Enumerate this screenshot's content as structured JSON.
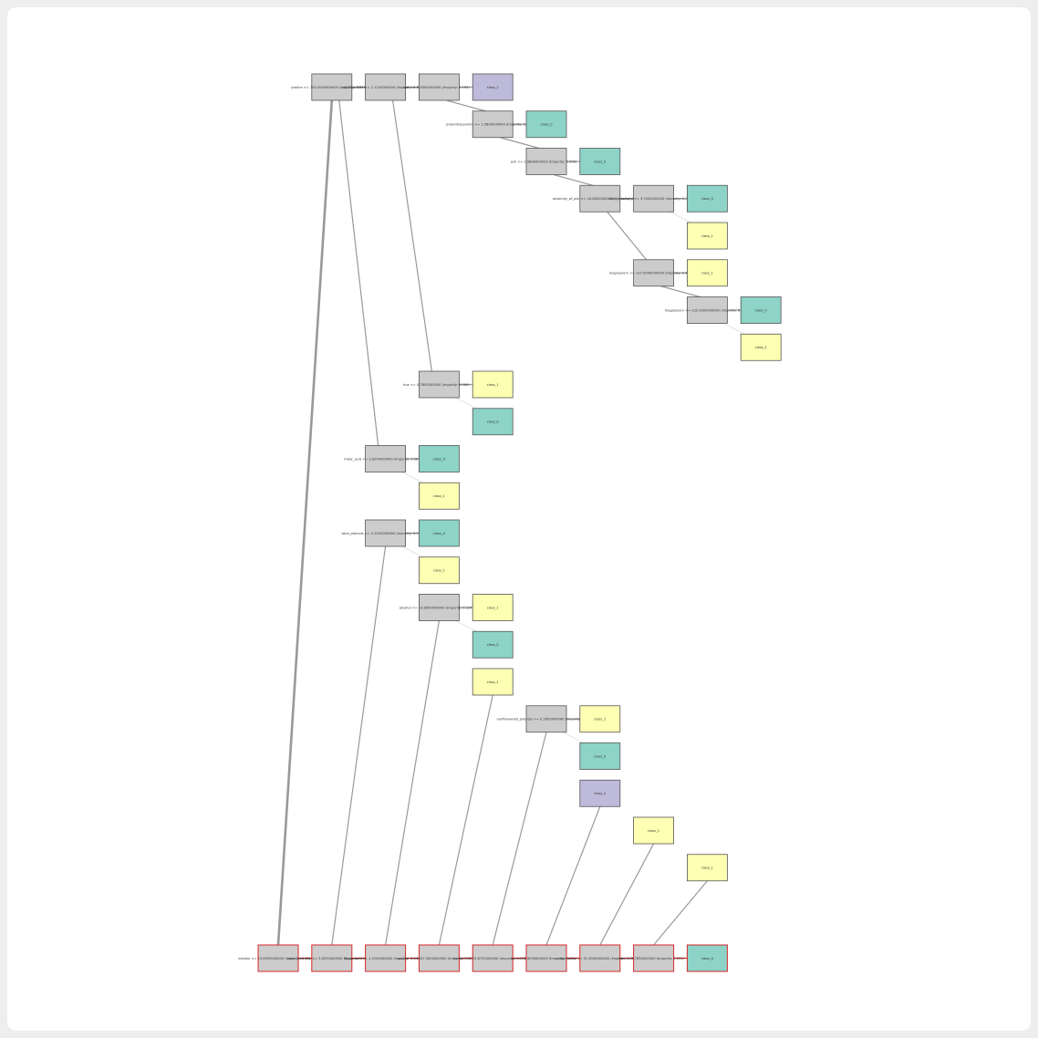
{
  "colors": {
    "split": "#cccccc",
    "class_0": "#8dd3c7",
    "class_1": "#ffffb3",
    "class_2": "#bebada",
    "path_border": "#d62728",
    "edge": "#999999"
  },
  "nodes": [
    {
      "id": "r0",
      "kind": "split",
      "label": "proline <= 755.0000000000 (Impurity: 0.658)"
    },
    {
      "id": "r1",
      "kind": "split",
      "label": "od280/od315 <= 2.1150000000 (Impurity: 0.492)"
    },
    {
      "id": "r2",
      "kind": "split",
      "label": "hue <= 0.9350000000 (Impurity: 0.165)"
    },
    {
      "id": "r3",
      "kind": "leaf",
      "label": "class_2",
      "cls": "class_2"
    },
    {
      "id": "p1",
      "kind": "split",
      "label": "proanthocyanins <= 1.5800000000 (Impurity: 0.293)"
    },
    {
      "id": "p1l",
      "kind": "leaf",
      "label": "class_0",
      "cls": "class_0"
    },
    {
      "id": "p2",
      "kind": "split",
      "label": "ash <= 1.9800000000 (Impurity: 0.500)"
    },
    {
      "id": "p2l",
      "kind": "leaf",
      "label": "class_0",
      "cls": "class_0"
    },
    {
      "id": "p3",
      "kind": "split",
      "label": "alcalinity_of_ash <= 16.8000000000 (Impurity: 0.444)"
    },
    {
      "id": "p3a",
      "kind": "split",
      "label": "color_intensity <= 3.7000000000 (Impurity: 0.320)"
    },
    {
      "id": "p3b",
      "kind": "leaf",
      "label": "class_0",
      "cls": "class_0"
    },
    {
      "id": "p3c",
      "kind": "leaf",
      "label": "class_1",
      "cls": "class_1"
    },
    {
      "id": "p4",
      "kind": "split",
      "label": "magnesium <= 127.0000000000 (Impurity: 0.444)"
    },
    {
      "id": "p4l",
      "kind": "leaf",
      "label": "class_1",
      "cls": "class_1"
    },
    {
      "id": "p5",
      "kind": "split",
      "label": "magnesium <= 135.0000000000 (Impurity: 0.5)"
    },
    {
      "id": "p5a",
      "kind": "leaf",
      "label": "class_0",
      "cls": "class_0"
    },
    {
      "id": "p5b",
      "kind": "leaf",
      "label": "class_1",
      "cls": "class_1"
    },
    {
      "id": "q1",
      "kind": "split",
      "label": "hue <= 0.7850000000 (Impurity: 0.086)"
    },
    {
      "id": "q1a",
      "kind": "leaf",
      "label": "class_1",
      "cls": "class_1"
    },
    {
      "id": "q1b",
      "kind": "leaf",
      "label": "class_0",
      "cls": "class_0"
    },
    {
      "id": "q2",
      "kind": "split",
      "label": "malic_acid <= 3.9250000000 (Impurity: 0.287)"
    },
    {
      "id": "q2a",
      "kind": "leaf",
      "label": "class_0",
      "cls": "class_0"
    },
    {
      "id": "q2b",
      "kind": "leaf",
      "label": "class_1",
      "cls": "class_1"
    },
    {
      "id": "q3",
      "kind": "split",
      "label": "total_phenols <= 2.2250000000 (Impurity: 0.320)"
    },
    {
      "id": "q3a",
      "kind": "leaf",
      "label": "class_0",
      "cls": "class_0"
    },
    {
      "id": "q3b",
      "kind": "leaf",
      "label": "class_1",
      "cls": "class_1"
    },
    {
      "id": "q4",
      "kind": "split",
      "label": "alcohol <= 13.0850000000 (Impurity: 0.124)"
    },
    {
      "id": "q4a",
      "kind": "leaf",
      "label": "class_1",
      "cls": "class_1"
    },
    {
      "id": "q4b",
      "kind": "leaf",
      "label": "class_0",
      "cls": "class_0"
    },
    {
      "id": "q5",
      "kind": "leaf",
      "label": "class_1",
      "cls": "class_1"
    },
    {
      "id": "q6",
      "kind": "split",
      "label": "nonflavanoid_phenols <= 0.2850000000 (Impurity: 0.50)"
    },
    {
      "id": "q6a",
      "kind": "leaf",
      "label": "class_1",
      "cls": "class_1"
    },
    {
      "id": "q6b",
      "kind": "leaf",
      "label": "class_0",
      "cls": "class_0"
    },
    {
      "id": "q7",
      "kind": "leaf",
      "label": "class_2",
      "cls": "class_2"
    },
    {
      "id": "q8",
      "kind": "leaf",
      "label": "class_1",
      "cls": "class_1"
    },
    {
      "id": "q9",
      "kind": "leaf",
      "label": "class_1",
      "cls": "class_1"
    },
    {
      "id": "b0",
      "kind": "split",
      "label": "alcohol <= 13.0050000000 (Impurity: 0.491)",
      "path": true
    },
    {
      "id": "b1",
      "kind": "split",
      "label": "color_intensity <= 3.8250000000 (Impurity: 0.494)",
      "path": true
    },
    {
      "id": "b2",
      "kind": "split",
      "label": "flavanoids <= 1.2250000000 (Impurity: 0.444)",
      "path": true
    },
    {
      "id": "b3",
      "kind": "split",
      "label": "proline <= 1047.5000000000 (Impurity: 0.305)",
      "path": true
    },
    {
      "id": "b4",
      "kind": "split",
      "label": "alcohol <= 13.8750000000 (Impurity: 0.198)",
      "path": true
    },
    {
      "id": "b5",
      "kind": "split",
      "label": "ash <= 2.4050000000 (Impurity: 0.124)",
      "path": true
    },
    {
      "id": "b6",
      "kind": "split",
      "label": "magnesium <= 91.5000000000 (Impurity: 0.062)",
      "path": true
    },
    {
      "id": "b7",
      "kind": "split",
      "label": "hue <= 0.7850000000 (Impurity: 0.033)",
      "path": true
    },
    {
      "id": "b8",
      "kind": "leaf",
      "label": "class_0",
      "cls": "class_0",
      "path": true
    }
  ],
  "edges": [
    [
      "r0",
      "r1",
      "n"
    ],
    [
      "r1",
      "r2",
      "n"
    ],
    [
      "r2",
      "r3",
      "n"
    ],
    [
      "r2",
      "p1",
      "n"
    ],
    [
      "p1",
      "p1l",
      "n"
    ],
    [
      "p1",
      "p2",
      "n"
    ],
    [
      "p2",
      "p2l",
      "n"
    ],
    [
      "p2",
      "p3",
      "n"
    ],
    [
      "p3",
      "p3a",
      "n"
    ],
    [
      "p3a",
      "p3b",
      "n"
    ],
    [
      "p3a",
      "p3c",
      "f"
    ],
    [
      "p3",
      "p4",
      "n"
    ],
    [
      "p4",
      "p4l",
      "n"
    ],
    [
      "p4",
      "p5",
      "n"
    ],
    [
      "p5",
      "p5a",
      "n"
    ],
    [
      "p5",
      "p5b",
      "f"
    ],
    [
      "r1",
      "q1",
      "n"
    ],
    [
      "q1",
      "q1a",
      "n"
    ],
    [
      "q1",
      "q1b",
      "f"
    ],
    [
      "r0",
      "q2",
      "n"
    ],
    [
      "q2",
      "q2a",
      "n"
    ],
    [
      "q2",
      "q2b",
      "f"
    ],
    [
      "r0",
      "b0",
      "t"
    ],
    [
      "b0",
      "b1",
      "n"
    ],
    [
      "b1",
      "q3",
      "n"
    ],
    [
      "q3",
      "q3a",
      "n"
    ],
    [
      "q3",
      "q3b",
      "f"
    ],
    [
      "b1",
      "b2",
      "n"
    ],
    [
      "b2",
      "q4",
      "n"
    ],
    [
      "q4",
      "q4a",
      "n"
    ],
    [
      "q4",
      "q4b",
      "f"
    ],
    [
      "b2",
      "b3",
      "n"
    ],
    [
      "b3",
      "q5",
      "n"
    ],
    [
      "b3",
      "b4",
      "n"
    ],
    [
      "b4",
      "q6",
      "n"
    ],
    [
      "q6",
      "q6a",
      "n"
    ],
    [
      "q6",
      "q6b",
      "f"
    ],
    [
      "b4",
      "b5",
      "n"
    ],
    [
      "b5",
      "q7",
      "n"
    ],
    [
      "b5",
      "b6",
      "n"
    ],
    [
      "b6",
      "q8",
      "n"
    ],
    [
      "b6",
      "b7",
      "n"
    ],
    [
      "b7",
      "q9",
      "n"
    ],
    [
      "b7",
      "b8",
      "n"
    ]
  ]
}
